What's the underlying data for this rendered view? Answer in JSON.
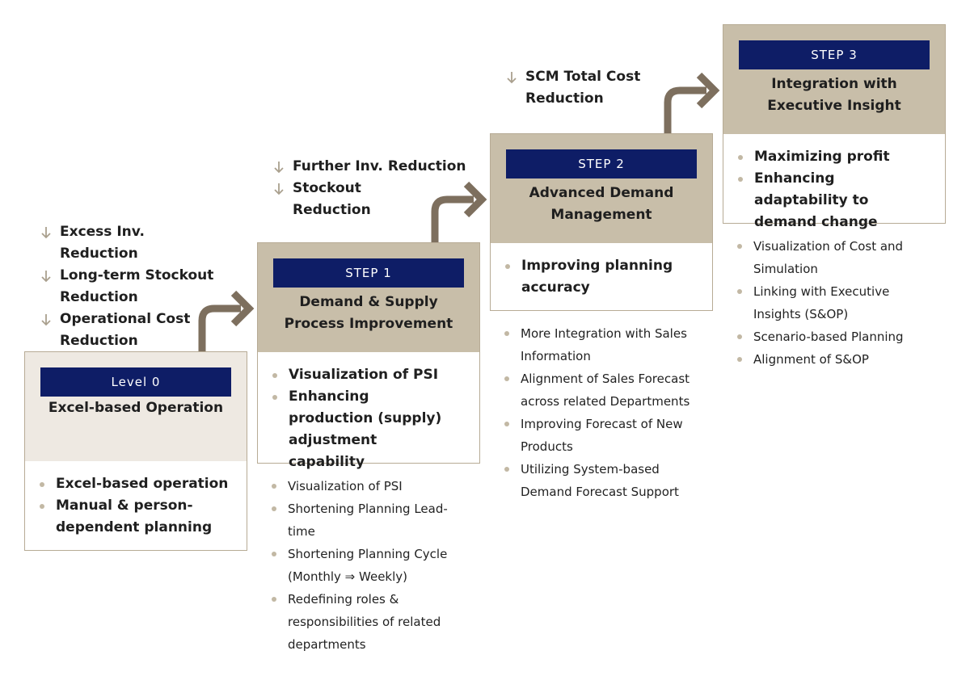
{
  "benefit_groups": [
    {
      "items": [
        "Excess Inv. Reduction",
        "Long-term Stockout Reduction",
        "Operational Cost Reduction"
      ]
    },
    {
      "items": [
        "Further Inv. Reduction",
        "Stockout Reduction"
      ]
    },
    {
      "items": [
        "SCM Total Cost Reduction"
      ]
    }
  ],
  "stages": [
    {
      "badge": "Level 0",
      "title": "Excel-based Operation",
      "key_points": [
        "Excel-based operation",
        "Manual & person-dependent planning"
      ],
      "details": []
    },
    {
      "badge": "STEP 1",
      "title": "Demand & Supply Process Improvement",
      "key_points": [
        "Visualization of PSI",
        "Enhancing production (supply) adjustment capability"
      ],
      "details": [
        "Visualization of PSI",
        "Shortening Planning Lead-time",
        "Shortening Planning Cycle (Monthly ⇒ Weekly)",
        "Redefining roles & responsibilities of related departments"
      ]
    },
    {
      "badge": "STEP 2",
      "title": "Advanced Demand Management",
      "key_points": [
        "Improving planning accuracy"
      ],
      "details": [
        "More Integration with Sales Information",
        "Alignment of Sales Forecast across related Departments",
        "Improving Forecast of New Products",
        "Utilizing System-based Demand Forecast Support"
      ]
    },
    {
      "badge": "STEP 3",
      "title": "Integration with Executive Insight",
      "key_points": [
        "Maximizing profit",
        "Enhancing adaptability to demand change"
      ],
      "details": [
        "Visualization of Cost and Simulation",
        "Linking with Executive Insights (S&OP)",
        "Scenario-based Planning",
        "Alignment of S&OP"
      ]
    }
  ],
  "colors": {
    "badge": "#0e1d66",
    "header_taupe": "#c8bea9",
    "header_light": "#eee9e2",
    "arrow": "#7d6f5e",
    "bullet": "#c2b8a4"
  }
}
